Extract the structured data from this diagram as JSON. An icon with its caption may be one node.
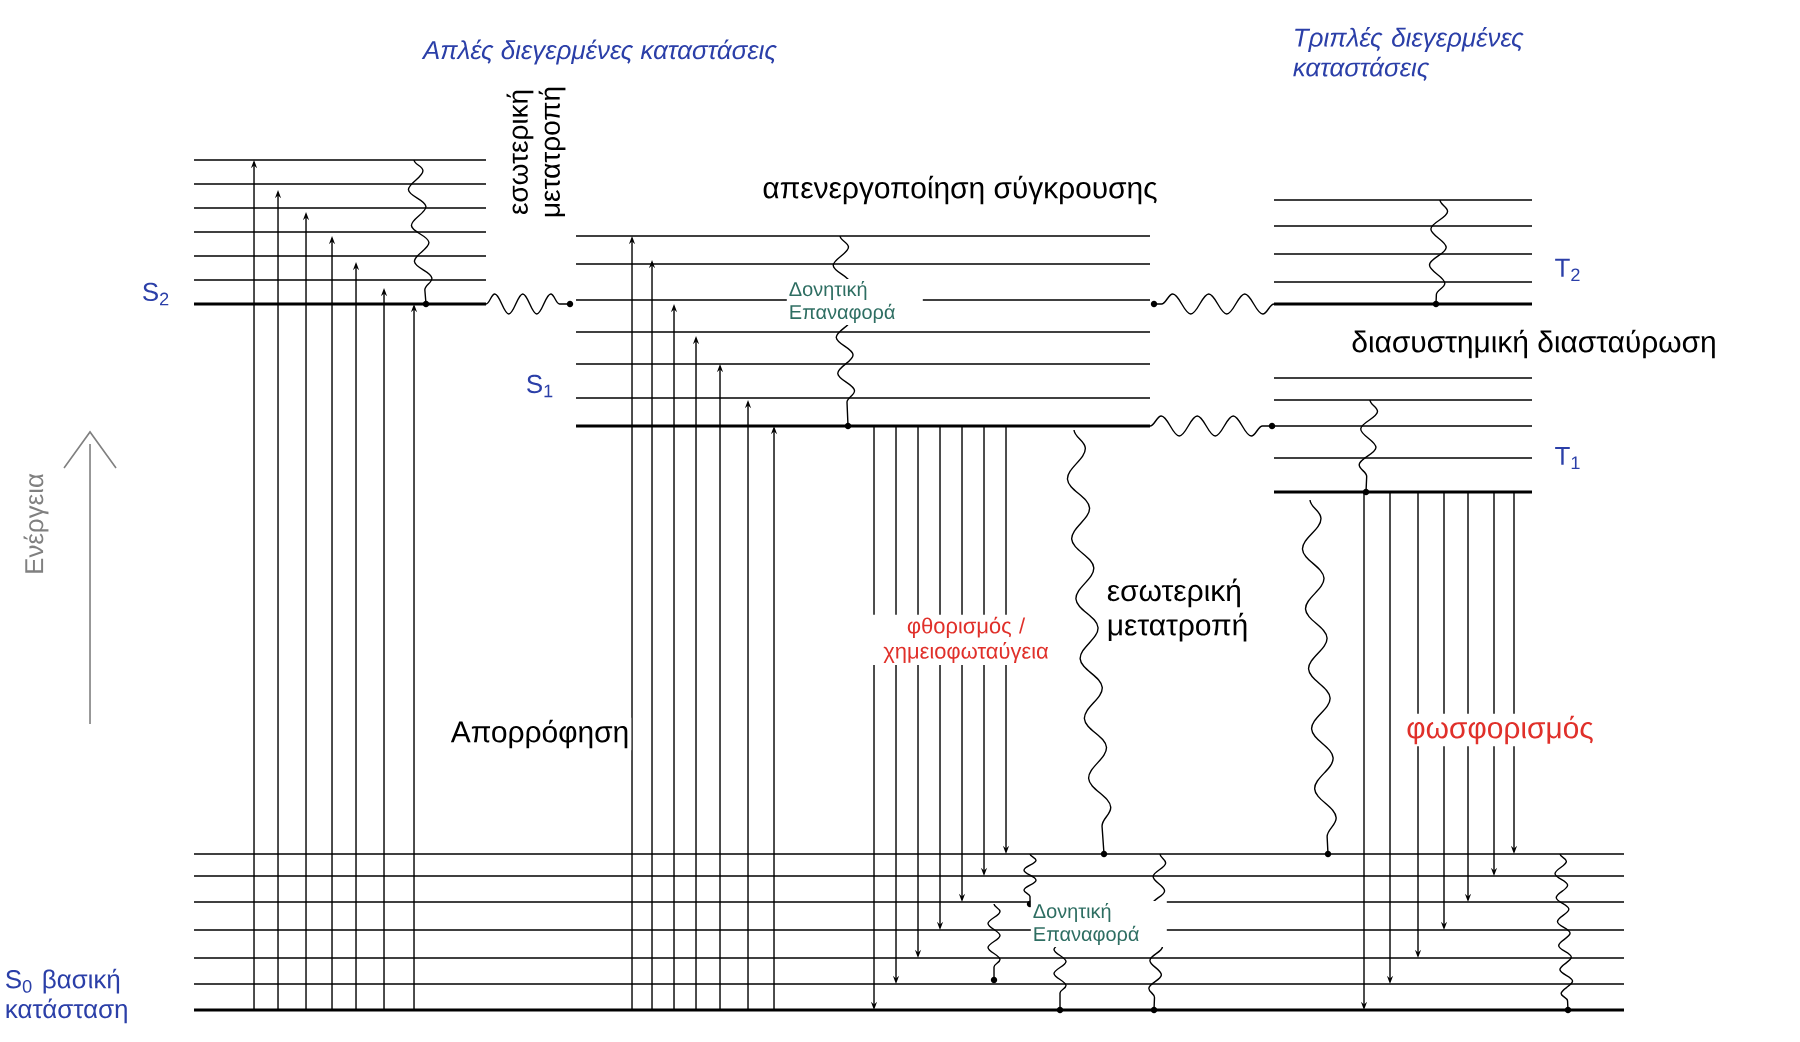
{
  "diagram": {
    "labels": [
      "Απλές διεγερμένες καταστάσεις",
      "εσωτερική μετατροπή",
      "Τριπλές διεγερμένες καταστάσεις",
      "απενεργοποίηση σύγκρουσης",
      "S$_{2}$",
      "Δονητική Επαναφορά",
      "T$_{2}$",
      "διασυστημική διασταύρωση",
      "S$_{1}$",
      "T$_{1}$",
      "Ενέργεια",
      "εσωτερική μετατροπή",
      "φθορισμός / χημειοφωταύγεια",
      "Απορρόφηση",
      "φωσφορισμός",
      "Δονητική Επαναφορά",
      "S$_{0}$ βασική κατάσταση"
    ]
  }
}
